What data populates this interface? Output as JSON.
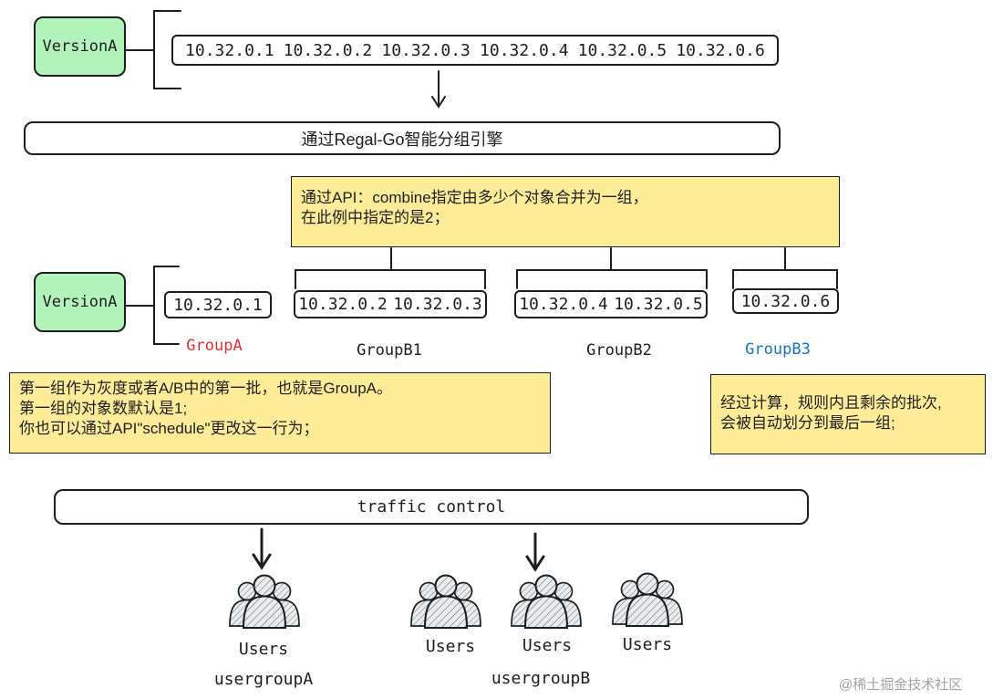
{
  "version_label": "VersionA",
  "top_ips": [
    "10.32.0.1",
    "10.32.0.2",
    "10.32.0.3",
    "10.32.0.4",
    "10.32.0.5",
    "10.32.0.6"
  ],
  "engine_label": "通过Regal-Go智能分组引擎",
  "combine_note": [
    "通过API：combine指定由多少个对象合并为一组，",
    "在此例中指定的是2；"
  ],
  "groups": [
    {
      "name": "GroupA",
      "ips": [
        "10.32.0.1"
      ],
      "color": "#e03131"
    },
    {
      "name": "GroupB1",
      "ips": [
        "10.32.0.2",
        "10.32.0.3"
      ],
      "color": "#1e1e1e"
    },
    {
      "name": "GroupB2",
      "ips": [
        "10.32.0.4",
        "10.32.0.5"
      ],
      "color": "#1e1e1e"
    },
    {
      "name": "GroupB3",
      "ips": [
        "10.32.0.6"
      ],
      "color": "#1971c2"
    }
  ],
  "groupA_note": [
    "第一组作为灰度或者A/B中的第一批，也就是GroupA。",
    "第一组的对象数默认是1;",
    "你也可以通过API\"schedule\"更改这一行为；"
  ],
  "remainder_note": [
    "经过计算，规则内且剩余的批次,",
    "会被自动划分到最后一组;"
  ],
  "traffic_label": "traffic control",
  "users_label": "Users",
  "usergroup_a": "usergroupA",
  "usergroup_b": "usergroupB",
  "watermark": "@稀土掘金技术社区",
  "colors": {
    "version_fill": "#b2f2bb",
    "note_fill": "#ffec99",
    "user_fill": "#e9ecef"
  }
}
